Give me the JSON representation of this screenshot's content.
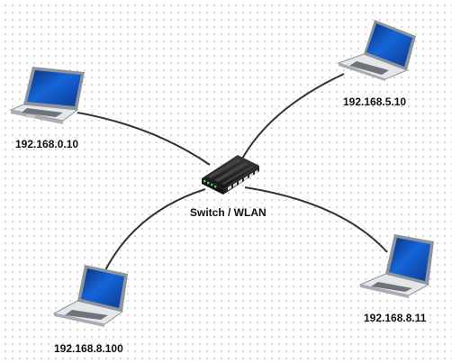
{
  "diagram": {
    "colors": {
      "link": "#333333",
      "screen": "#1565d8",
      "screen_dark": "#0a2f7a",
      "body": "#dfe2e6",
      "body_dark": "#8e949b",
      "switch_body": "#1c1c1c",
      "switch_led": "#3fd24a"
    },
    "switch": {
      "label": "Switch / WLAN",
      "icon": "network-switch-icon"
    },
    "laptops": [
      {
        "label": "192.168.0.10",
        "icon": "laptop-icon"
      },
      {
        "label": "192.168.5.10",
        "icon": "laptop-icon"
      },
      {
        "label": "192.168.8.100",
        "icon": "laptop-icon"
      },
      {
        "label": "192.168.8.11",
        "icon": "laptop-icon"
      }
    ]
  }
}
